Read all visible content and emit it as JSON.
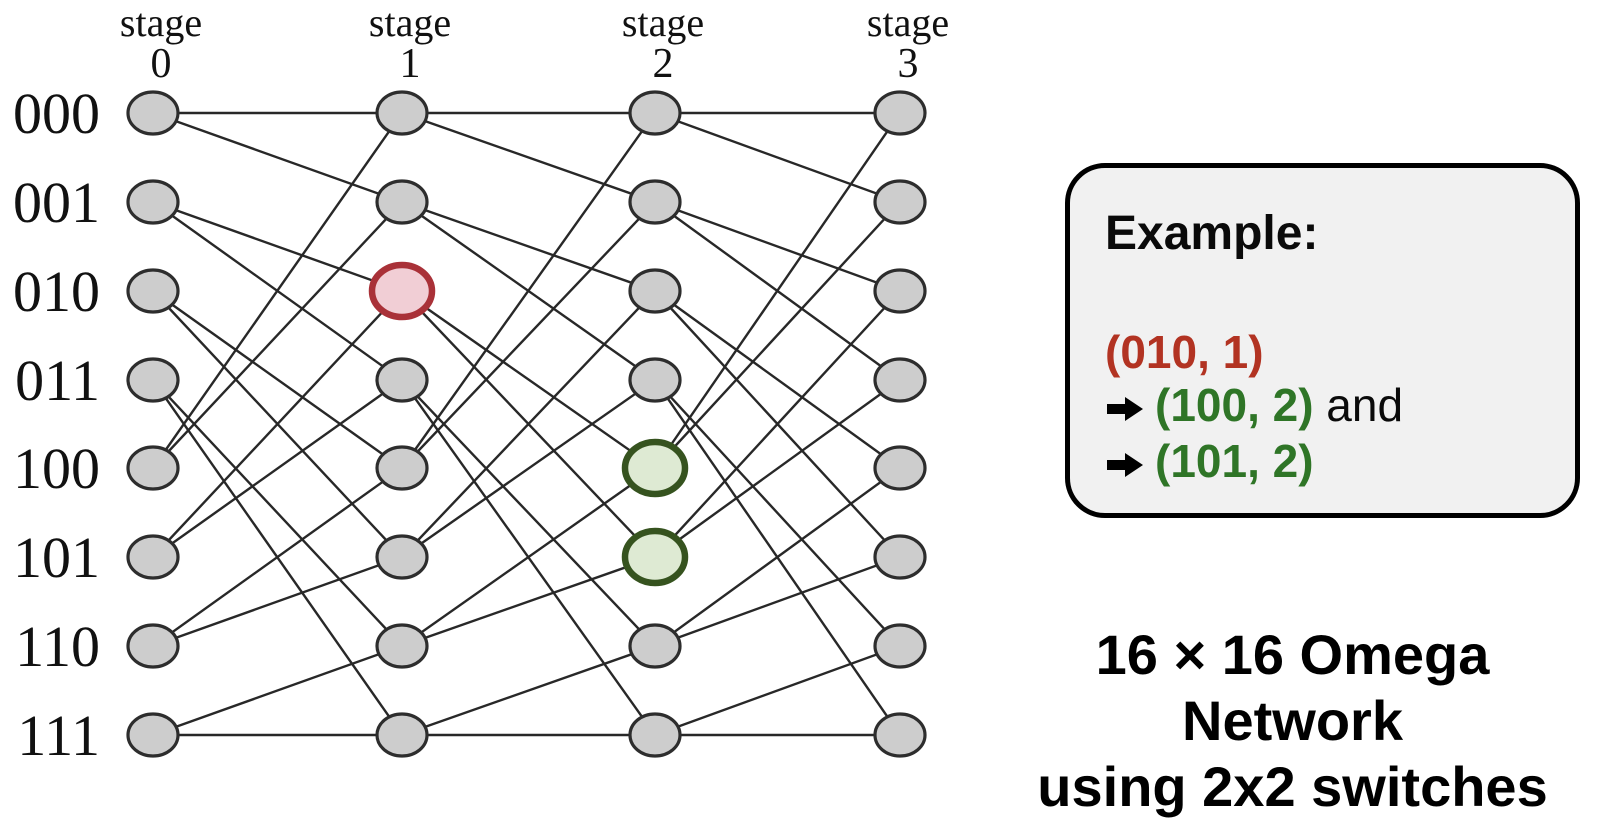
{
  "network": {
    "stage_headers": [
      {
        "word": "stage",
        "number": "0"
      },
      {
        "word": "stage",
        "number": "1"
      },
      {
        "word": "stage",
        "number": "2"
      },
      {
        "word": "stage",
        "number": "3"
      }
    ],
    "row_labels": [
      "000",
      "001",
      "010",
      "011",
      "100",
      "101",
      "110",
      "111"
    ],
    "stages_x": [
      153,
      402,
      655,
      900
    ],
    "rows_y": [
      113,
      202,
      291,
      380,
      468,
      557,
      646,
      735
    ],
    "shuffle_targets": [
      [
        0,
        1
      ],
      [
        2,
        3
      ],
      [
        4,
        5
      ],
      [
        6,
        7
      ],
      [
        0,
        1
      ],
      [
        2,
        3
      ],
      [
        4,
        5
      ],
      [
        6,
        7
      ]
    ],
    "connection_rule": "switch i at stage k connects to switches (2i) mod 8 and (2i+1) mod 8 at stage k+1",
    "node": {
      "rx": 25,
      "ry": 21,
      "fill": "#cdcdcd",
      "stroke": "#2d2d2d",
      "stroke_width": 3.2
    },
    "link": {
      "color": "#282828",
      "width": 2.4
    },
    "highlight_node": {
      "rx": 30,
      "ry": 26,
      "stroke_width": 6.5
    },
    "highlights": [
      {
        "stage": 1,
        "row": 2,
        "label": "010",
        "fill": "#f1ced5",
        "stroke": "#a93138"
      },
      {
        "stage": 2,
        "row": 4,
        "label": "100",
        "fill": "#deead3",
        "stroke": "#36531f"
      },
      {
        "stage": 2,
        "row": 5,
        "label": "101",
        "fill": "#deead3",
        "stroke": "#36531f"
      }
    ]
  },
  "example_box": {
    "title": "Example:",
    "source": "(010, 1)",
    "dest1": "(100, 2)",
    "dest1_suffix": " and",
    "dest2": "(101, 2)",
    "icons": {
      "arrow": "right-arrow"
    },
    "colors": {
      "red": "#b23322",
      "green": "#2f7527",
      "background": "#f1f1f1",
      "border": "#000000"
    }
  },
  "caption": {
    "line1": "16 × 16 Omega Network",
    "line2": "using 2x2 switches"
  }
}
